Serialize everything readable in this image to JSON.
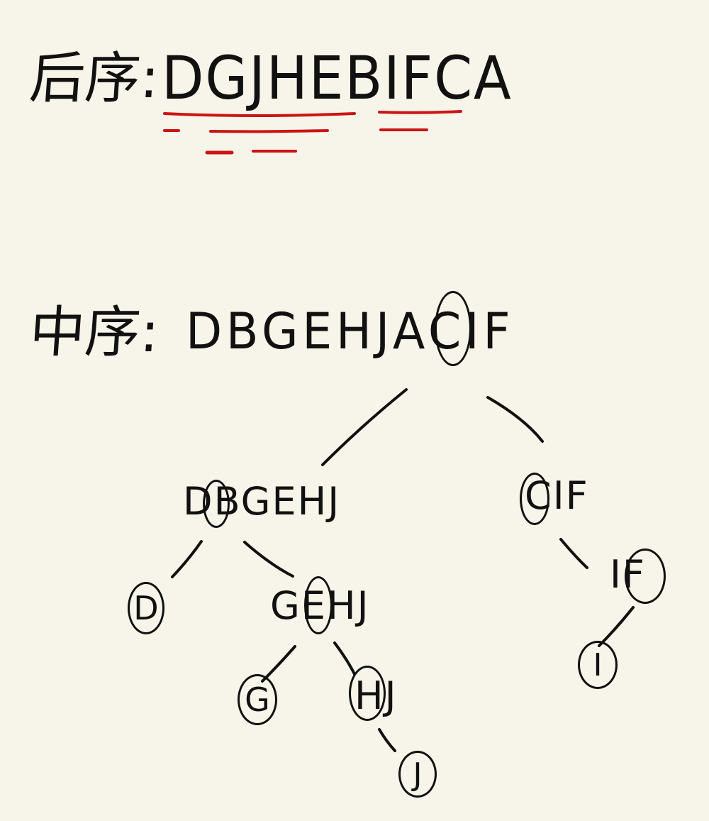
{
  "postorder": {
    "label": "后序:",
    "sequence": "DGJHEBIFCA"
  },
  "inorder": {
    "label": "中序:",
    "sequence": "DBGEHJACIF"
  },
  "tree": {
    "left_subtree": "DBGEHJ",
    "right_subtree": "CIF",
    "b_left_leaf": "D",
    "b_right_subtree": "GEHJ",
    "e_left_leaf": "G",
    "e_right_subtree": "HJ",
    "h_right_leaf": "J",
    "c_right_subtree": "IF",
    "f_left_leaf": "I"
  },
  "colors": {
    "ink": "#111111",
    "annotation_red": "#cc1414",
    "paper": "#f7f5e9"
  }
}
